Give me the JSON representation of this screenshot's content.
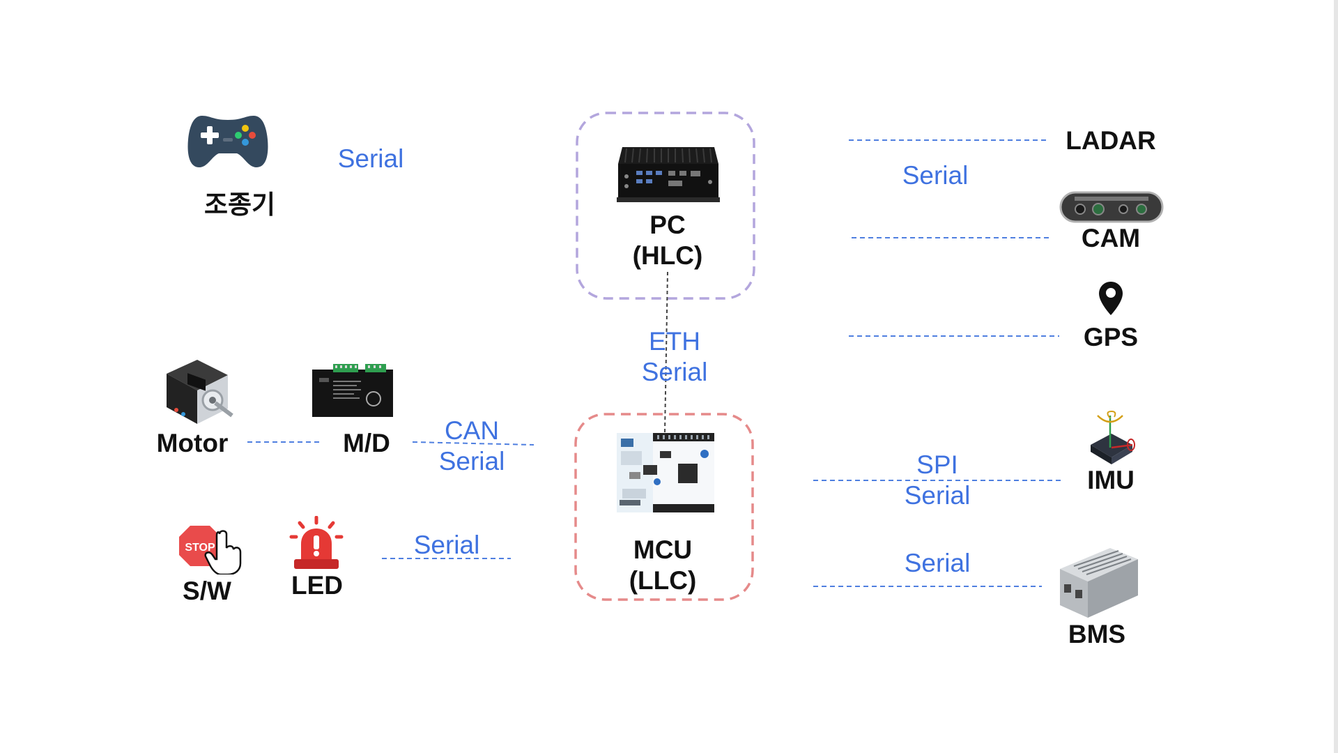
{
  "nodes": {
    "controller": "조종기",
    "pc": [
      "PC",
      "(HLC)"
    ],
    "mcu": [
      "MCU",
      "(LLC)"
    ],
    "motor": "Motor",
    "md": "M/D",
    "sw": "S/W",
    "stop_sign_text": "STOP",
    "led": "LED",
    "ladar": "LADAR",
    "cam": "CAM",
    "gps": "GPS",
    "imu": "IMU",
    "bms": "BMS"
  },
  "links": {
    "controller_pc": "Serial",
    "pc_mcu": [
      "ETH",
      "Serial"
    ],
    "md_mcu": [
      "CAN",
      "Serial"
    ],
    "led_mcu": "Serial",
    "pc_sensors": "Serial",
    "imu_mcu": [
      "SPI",
      "Serial"
    ],
    "bms_mcu": "Serial"
  },
  "colors": {
    "link_line": "#4f7fe0",
    "link_text": "#3f72e0",
    "pc_box": "#b3a6dd",
    "mcu_box": "#e58a8a",
    "node_text": "#111111"
  }
}
